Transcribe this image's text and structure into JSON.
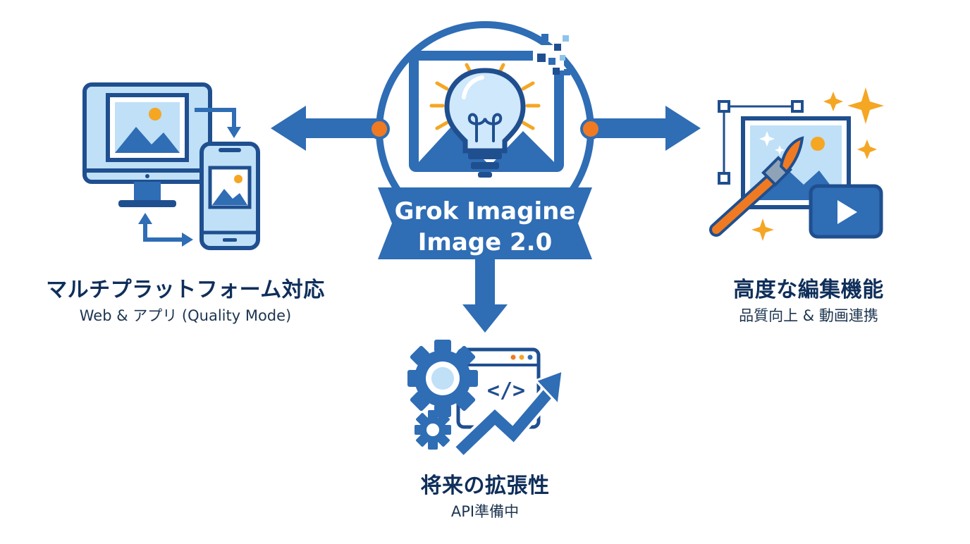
{
  "center": {
    "title_line1": "Grok Imagine",
    "title_line2": "Image 2.0",
    "icon": "lightbulb-image-icon"
  },
  "features": [
    {
      "title": "マルチプラットフォーム対応",
      "subtitle": "Web & アプリ (Quality Mode)",
      "icon": "desktop-mobile-sync-icon"
    },
    {
      "title": "高度な編集機能",
      "subtitle": "品質向上 & 動画連携",
      "icon": "image-edit-brush-icon"
    },
    {
      "title": "将来の拡張性",
      "subtitle": "API準備中",
      "icon": "gear-code-growth-icon"
    }
  ],
  "colors": {
    "primary": "#2f6db5",
    "dark": "#1f4f8f",
    "light": "#bfe0f7",
    "accent": "#f5a623",
    "orange": "#f07a22"
  }
}
